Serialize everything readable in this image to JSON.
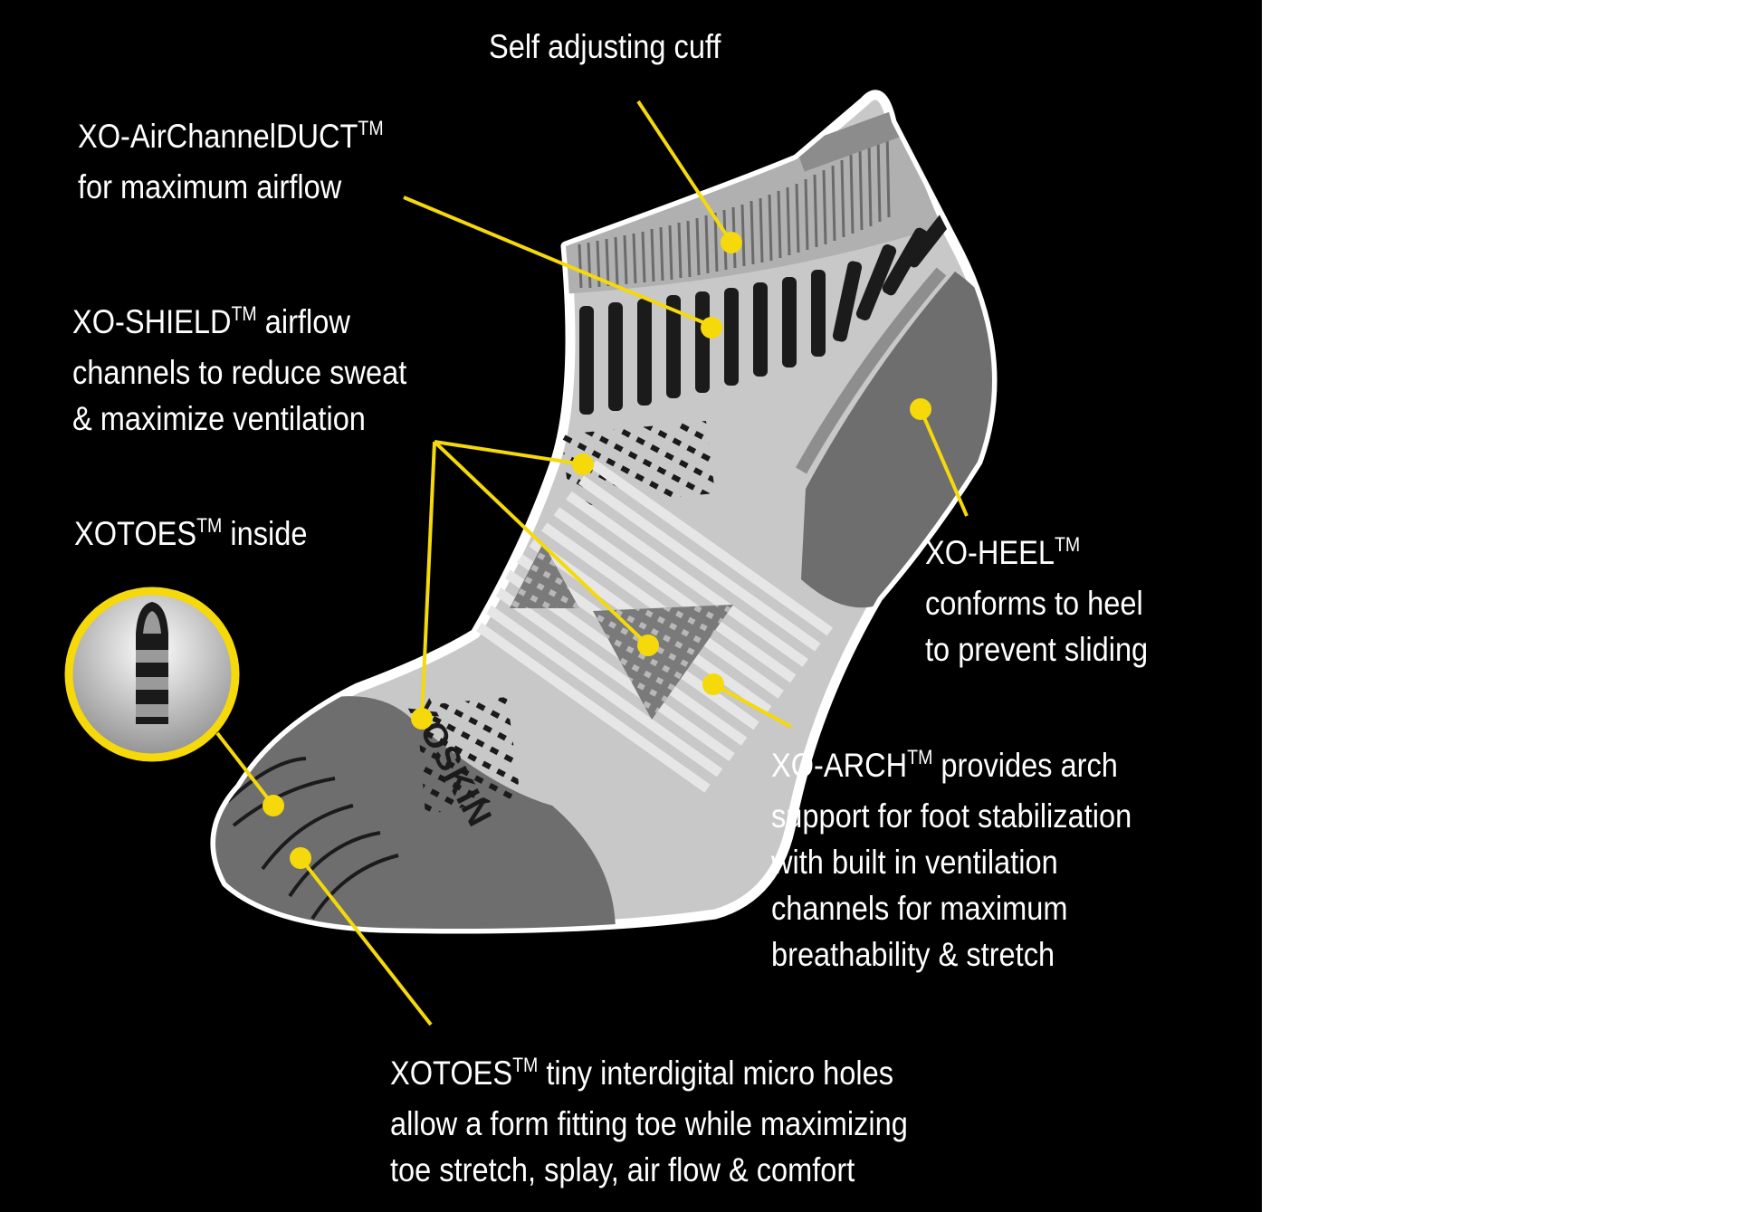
{
  "theme": {
    "background": "#000000",
    "outside": "#ffffff",
    "text": "#ffffff",
    "callout": "#f5d90a",
    "sock_light": "#c8c8c8",
    "sock_mid": "#8e8e8e",
    "sock_dark": "#6e6e6e",
    "sock_outline": "#ffffff"
  },
  "trademark": "TM",
  "brand_text": "XOSKIN",
  "labels": {
    "cuff": "Self adjusting cuff",
    "airchannel": {
      "name": "XO-AirChannelDUCT",
      "line2": "for maximum airflow"
    },
    "shield": {
      "name": "XO-SHIELD",
      "line1_rest": " airflow",
      "line2": "channels to reduce sweat",
      "line3": "& maximize ventilation"
    },
    "xotoes_inside": {
      "name": "XOTOES",
      "rest": " inside"
    },
    "heel": {
      "name": "XO-HEEL",
      "line2": "conforms to heel",
      "line3": "to prevent sliding"
    },
    "arch": {
      "name": "XO-ARCH",
      "line1_rest": " provides arch",
      "line2": "support for foot stabilization",
      "line3": "with built in ventilation",
      "line4": "channels for maximum",
      "line5": "breathability & stretch"
    },
    "toes": {
      "name": "XOTOES",
      "line1_rest": " tiny interdigital micro holes",
      "line2": "allow a form fitting toe while maximizing",
      "line3": "toe stretch, splay, air flow & comfort"
    }
  }
}
